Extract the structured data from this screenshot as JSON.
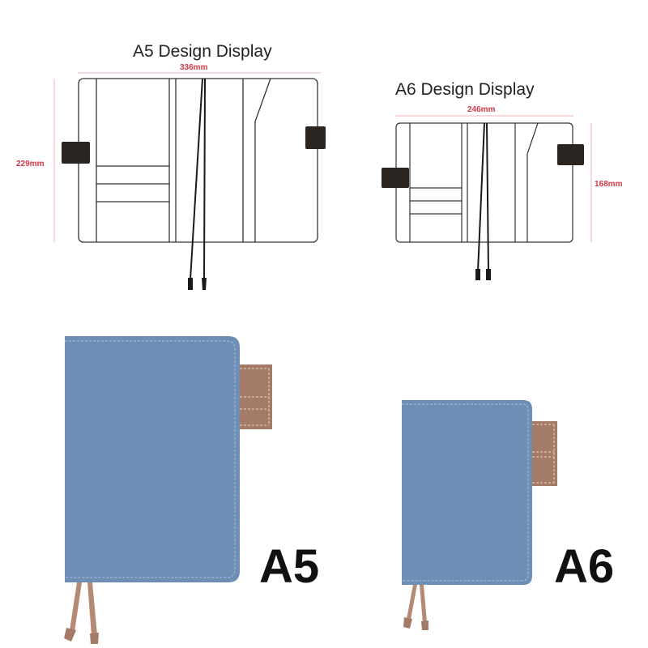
{
  "a5_display": {
    "title": "A5 Design Display",
    "width": "336mm",
    "height": "229mm"
  },
  "a6_display": {
    "title": "A6 Design Display",
    "width": "246mm",
    "height": "168mm"
  },
  "a5_product": {
    "label": "A5"
  },
  "a6_product": {
    "label": "A6"
  },
  "colors": {
    "cover": "#6e8fb5",
    "tab": "#a47b67",
    "dim": "#d0394a",
    "strap": "#2b2522"
  }
}
